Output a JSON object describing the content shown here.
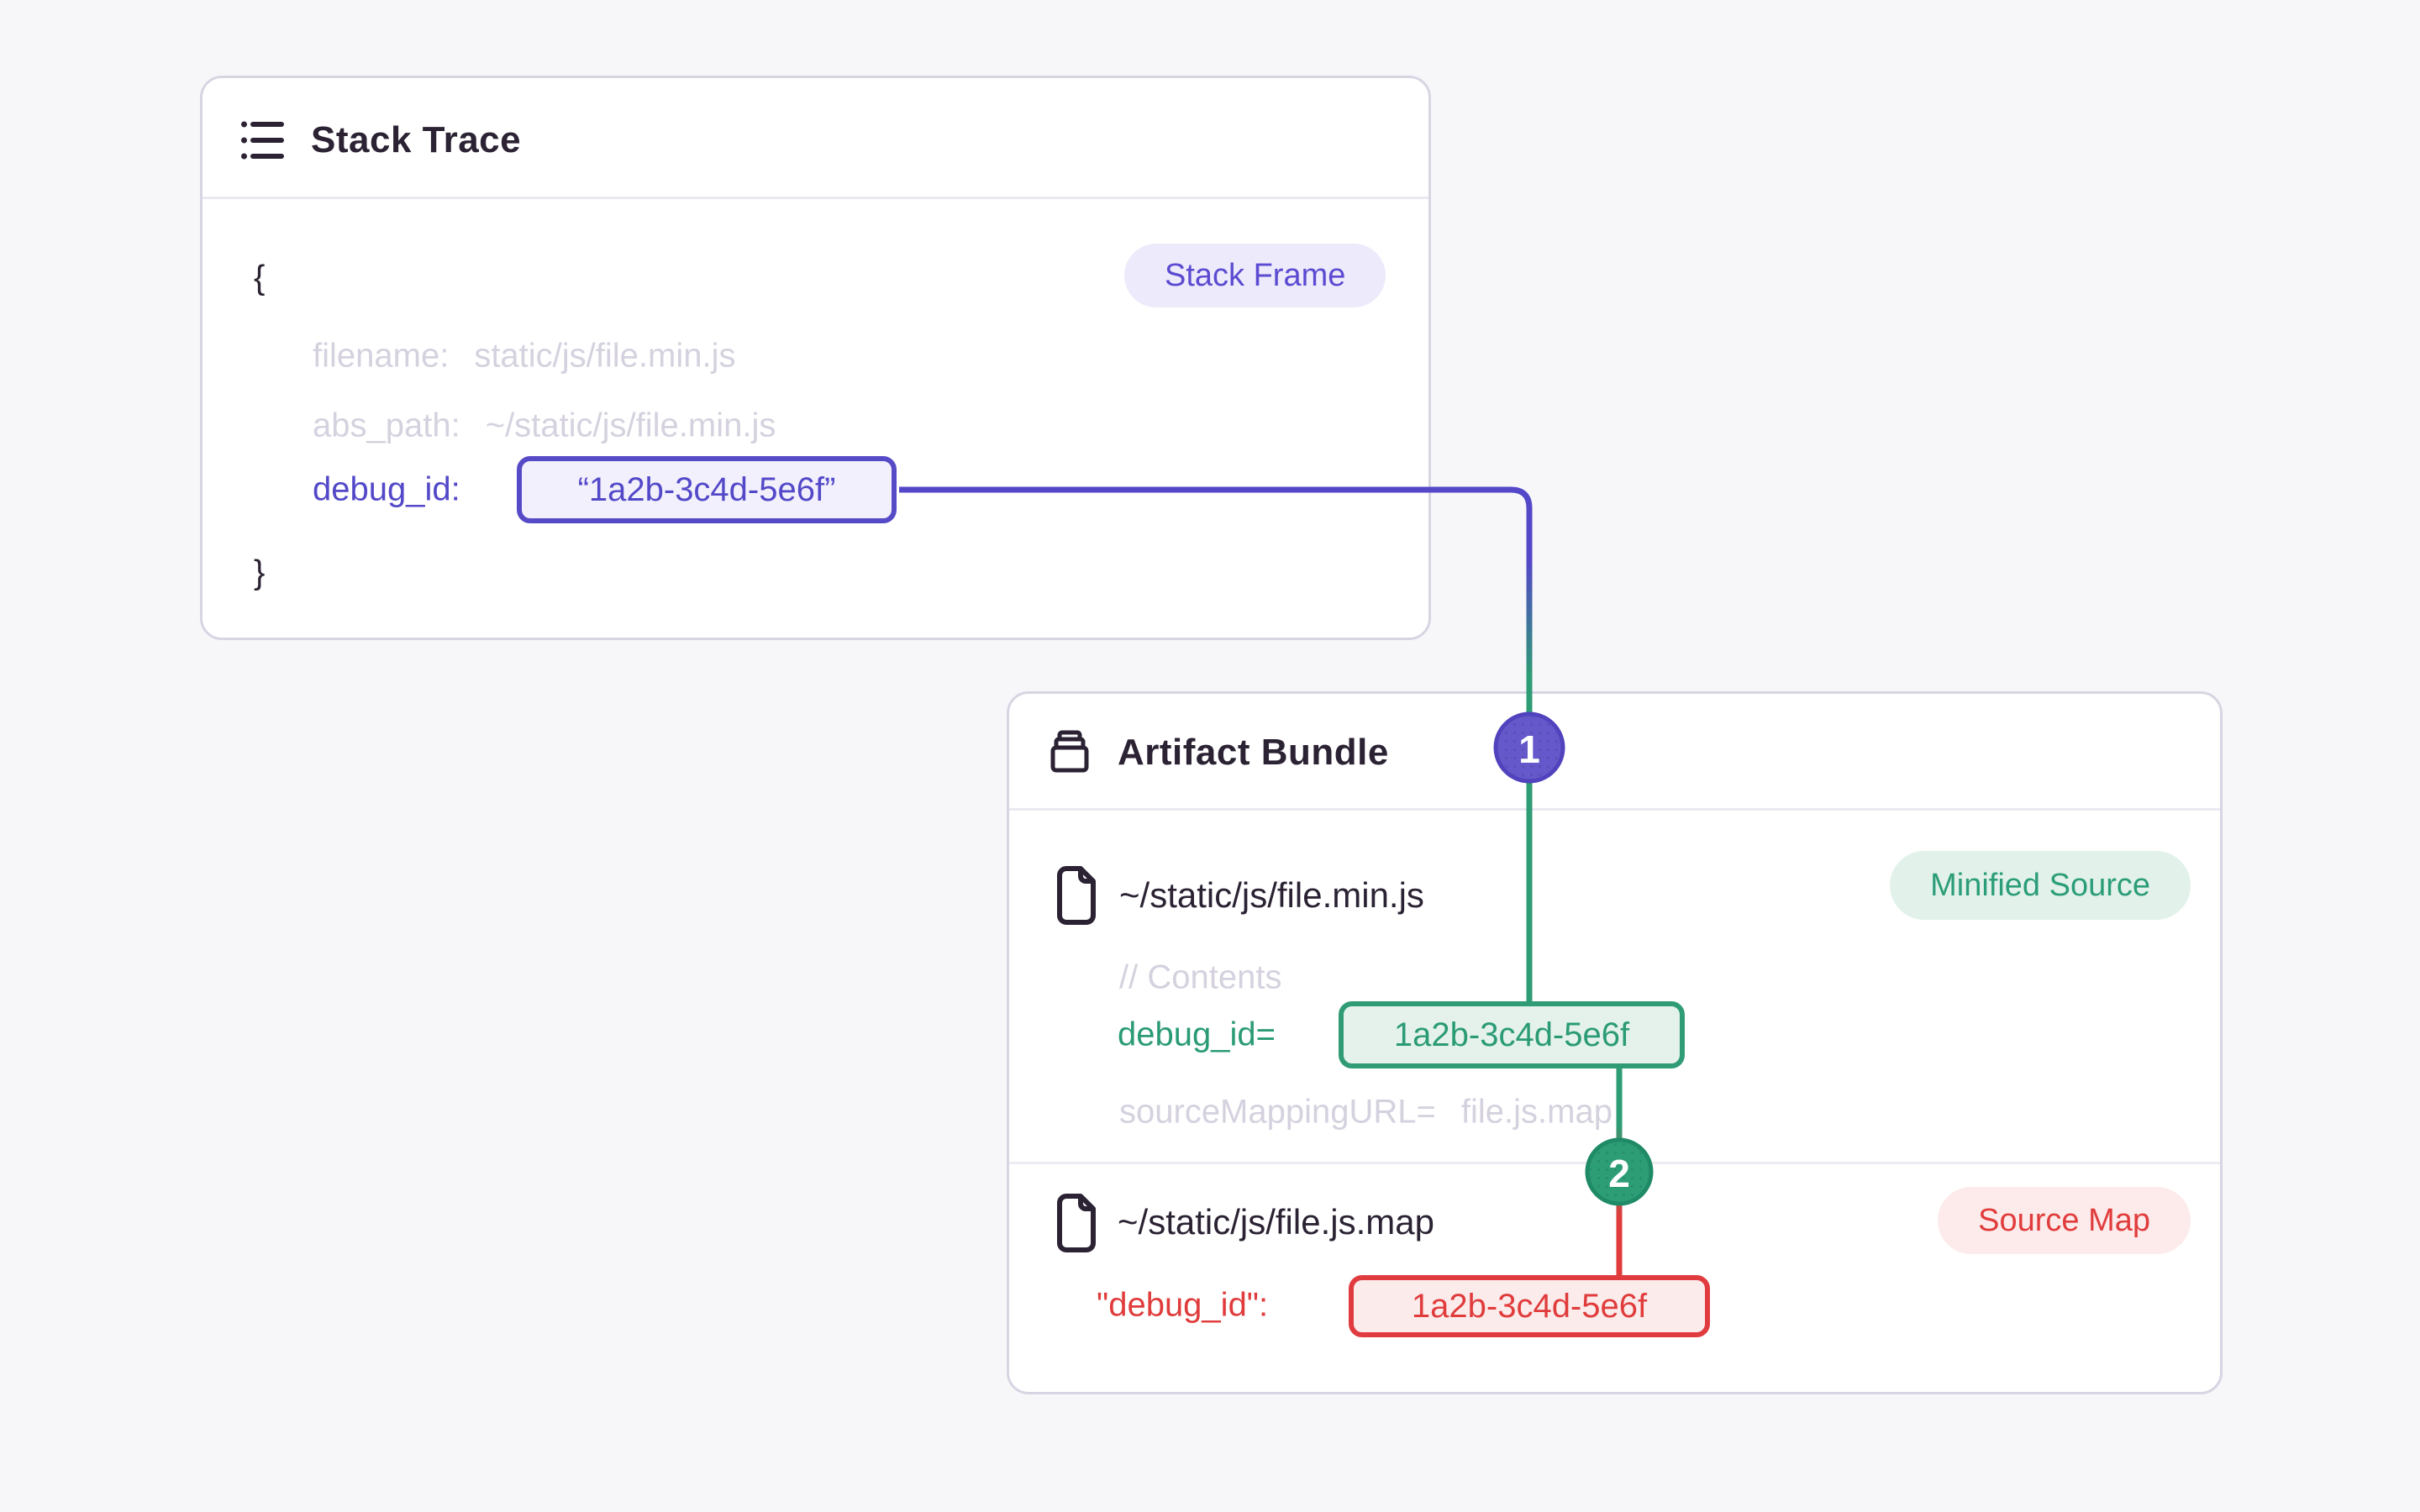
{
  "stack_trace": {
    "title": "Stack Trace",
    "badge": "Stack Frame",
    "brace_open": "{",
    "brace_close": "}",
    "filename_key": "filename:",
    "filename_value": "static/js/file.min.js",
    "abs_path_key": "abs_path:",
    "abs_path_value": "~/static/js/file.min.js",
    "debug_id_key": "debug_id:",
    "debug_id_value": "“1a2b-3c4d-5e6f”"
  },
  "artifact_bundle": {
    "title": "Artifact Bundle",
    "minified": {
      "path": "~/static/js/file.min.js",
      "badge": "Minified Source",
      "comment": "// Contents",
      "debug_id_key": "debug_id=",
      "debug_id_value": "1a2b-3c4d-5e6f",
      "sourcemap_key": "sourceMappingURL=",
      "sourcemap_value": "file.js.map"
    },
    "sourcemap": {
      "path": "~/static/js/file.js.map",
      "badge": "Source Map",
      "debug_id_key": "\"debug_id\":",
      "debug_id_value": "1a2b-3c4d-5e6f"
    }
  },
  "connectors": {
    "step1": "1",
    "step2": "2"
  },
  "colors": {
    "page_bg": "#f7f7fa",
    "card_bg": "#ffffff",
    "card_border": "#d8d5e3",
    "divider": "#eae8f1",
    "heading_text": "#2b2233",
    "muted_text": "#d5d1de",
    "purple_accent": "#5348c8",
    "purple_badge_bg": "#edeafb",
    "purple_chip_bg": "#f2f0fc",
    "green_accent": "#2a9b75",
    "green_badge_bg": "#e2f2ea",
    "green_chip_bg": "#e5f2ec",
    "red_accent": "#e03c3c",
    "red_badge_bg": "#fdeaea",
    "red_chip_bg": "#fcebeb",
    "step1_circle_fill": "#6458ca",
    "step2_circle_fill": "#2d9d76"
  }
}
